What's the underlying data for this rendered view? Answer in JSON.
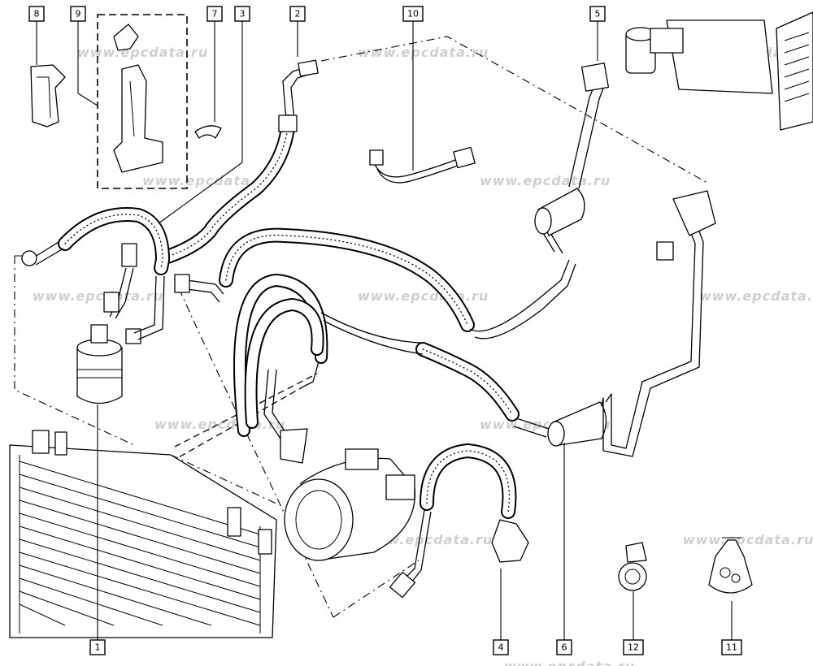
{
  "watermark": "www.epcdata.ru",
  "callouts": [
    {
      "id": "callout-1",
      "label": "1"
    },
    {
      "id": "callout-2",
      "label": "2"
    },
    {
      "id": "callout-3",
      "label": "3"
    },
    {
      "id": "callout-4",
      "label": "4"
    },
    {
      "id": "callout-5",
      "label": "5"
    },
    {
      "id": "callout-6",
      "label": "6"
    },
    {
      "id": "callout-7",
      "label": "7"
    },
    {
      "id": "callout-8",
      "label": "8"
    },
    {
      "id": "callout-9",
      "label": "9"
    },
    {
      "id": "callout-10",
      "label": "10"
    },
    {
      "id": "callout-11",
      "label": "11"
    },
    {
      "id": "callout-12",
      "label": "12"
    }
  ],
  "colors": {
    "line": "#000000",
    "watermark": "#cfcfcf",
    "background": "#ffffff"
  }
}
